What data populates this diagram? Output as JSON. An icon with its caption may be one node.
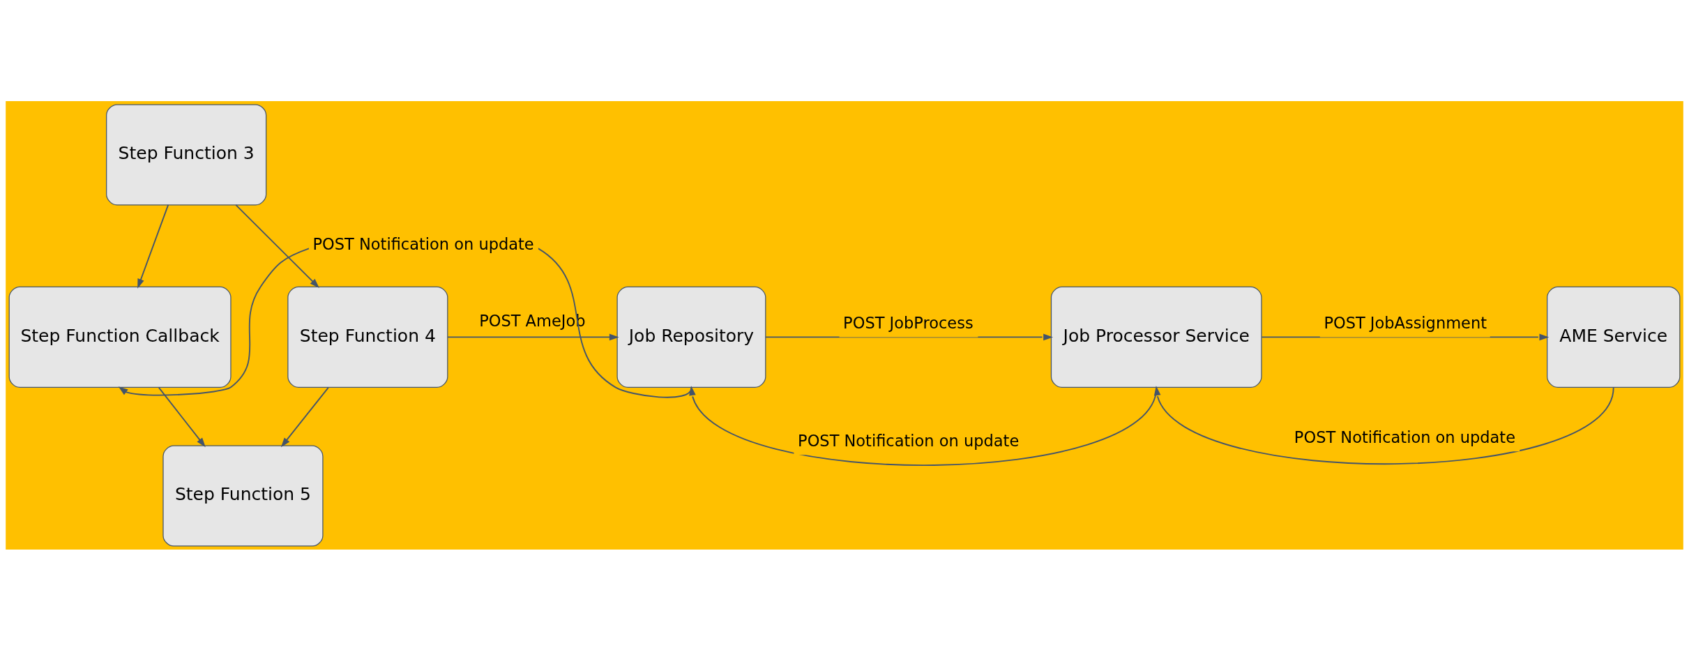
{
  "diagram": {
    "nodes": [
      {
        "text": [
          "Step Function 3"
        ]
      },
      {
        "text": [
          "Step Function Callback"
        ]
      },
      {
        "text": [
          "Step Function 4"
        ]
      },
      {
        "text": [
          "Job Repository"
        ]
      },
      {
        "text": [
          "Job Processor Service"
        ]
      },
      {
        "text": [
          "AME Service"
        ]
      },
      {
        "text": [
          "Step Function 5"
        ]
      }
    ],
    "edges": [
      {
        "from": 0,
        "to": 1,
        "arrow": "to"
      },
      {
        "from": 0,
        "to": 2,
        "arrow": "to"
      },
      {
        "from": 2,
        "to": 3,
        "arrow": "to",
        "label": "POST AmeJob"
      },
      {
        "from": 3,
        "to": 4,
        "arrow": "to",
        "label": "POST JobProcess"
      },
      {
        "from": 4,
        "to": 5,
        "arrow": "to",
        "label": "POST JobAssignment"
      },
      {
        "from": 3,
        "to": 1,
        "arrow": "to",
        "label": "POST Notification on update"
      },
      {
        "from": 4,
        "to": 3,
        "arrow": "to",
        "label": "POST Notification on update"
      },
      {
        "from": 5,
        "to": 4,
        "arrow": "to",
        "label": "POST Notification on update"
      },
      {
        "from": 1,
        "to": 6,
        "arrow": "to"
      },
      {
        "from": 2,
        "to": 6,
        "arrow": "to"
      }
    ]
  }
}
